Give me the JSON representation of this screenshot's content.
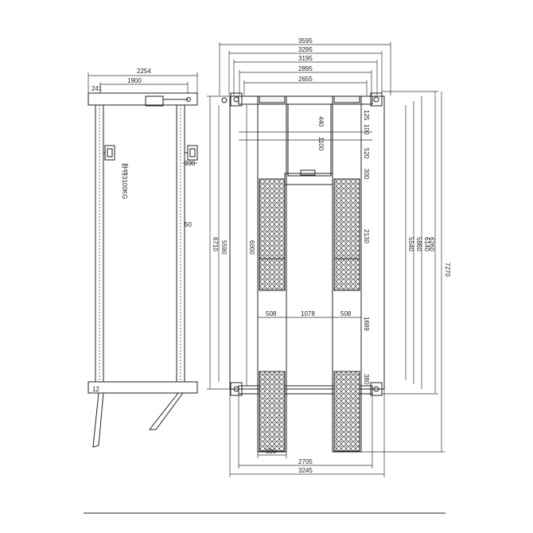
{
  "side_view": {
    "dims": {
      "overall_width": "2254",
      "column_spacing": "1900",
      "column_width": "241",
      "arm_offset": "330",
      "beam_height": "50",
      "base_height": "12"
    },
    "capacity_label": "卧特3100KG"
  },
  "plan_view": {
    "top_dims": [
      "3595",
      "3295",
      "3195",
      "2895",
      "2655"
    ],
    "left_dims": [
      "6710",
      "5590",
      "6000"
    ],
    "right_dims": [
      "6260",
      "6140",
      "5860",
      "5540",
      "7270"
    ],
    "inner_dims": [
      "440",
      "1100",
      "125",
      "100",
      "520",
      "300",
      "2130",
      "1689",
      "380"
    ],
    "runway_dims": [
      "508",
      "1078",
      "508"
    ],
    "bottom_dims": [
      "500",
      "2705",
      "3245"
    ]
  }
}
